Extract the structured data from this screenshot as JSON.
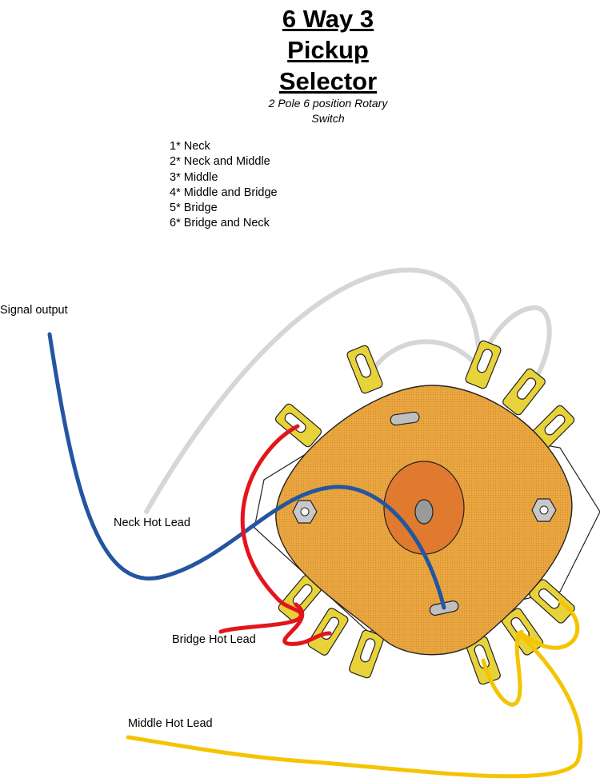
{
  "title": {
    "line1": "6 Way 3",
    "line2": "Pickup",
    "line3": "Selector"
  },
  "subtitle": {
    "line1": "2 Pole 6 position Rotary",
    "line2": "Switch"
  },
  "positions": [
    "1* Neck",
    "2* Neck and Middle",
    "3* Middle",
    "4* Middle and Bridge",
    "5* Bridge",
    "6* Bridge and Neck"
  ],
  "labels": {
    "signal_output": "Signal output",
    "neck_hot_lead": "Neck Hot Lead",
    "bridge_hot_lead": "Bridge Hot Lead",
    "middle_hot_lead": "Middle Hot Lead"
  },
  "colors": {
    "wire_signal": "#2455a0",
    "wire_neck": "#d8d8d8",
    "wire_bridge": "#e3151c",
    "wire_middle": "#f5c400",
    "switch_body": "#e8a640",
    "switch_center": "#e07a2e",
    "lug": "#e8d23a"
  }
}
